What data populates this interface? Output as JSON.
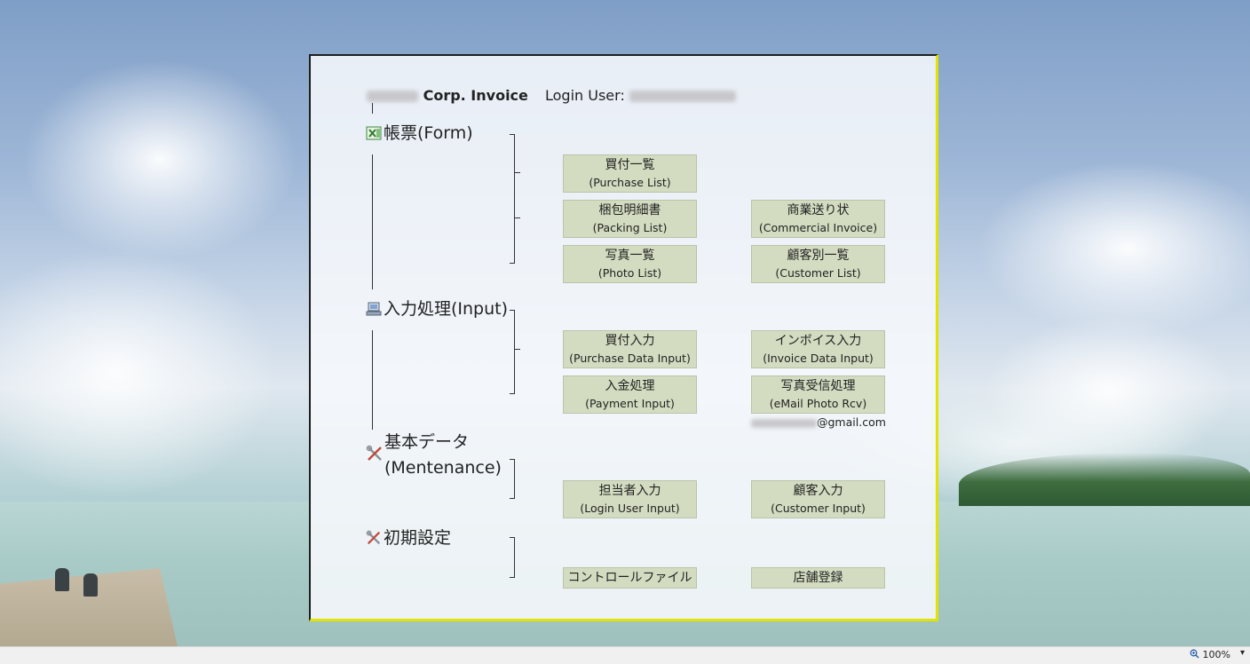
{
  "header": {
    "company_suffix": "Corp. Invoice",
    "login_label": "Login User:"
  },
  "sections": {
    "form": {
      "title": "帳票(Form)",
      "icon": "excel-icon",
      "buttons": {
        "purchase_list": {
          "ja": "買付一覧",
          "en": "(Purchase List)"
        },
        "packing_list": {
          "ja": "梱包明細書",
          "en": "(Packing List)"
        },
        "commercial_invoice": {
          "ja": "商業送り状",
          "en": "(Commercial Invoice)"
        },
        "photo_list": {
          "ja": "写真一覧",
          "en": "(Photo List)"
        },
        "customer_list": {
          "ja": "顧客別一覧",
          "en": "(Customer List)"
        }
      }
    },
    "input": {
      "title": "入力処理(Input)",
      "icon": "computer-icon",
      "buttons": {
        "purchase_data_input": {
          "ja": "買付入力",
          "en": "(Purchase Data Input)"
        },
        "invoice_data_input": {
          "ja": "インボイス入力",
          "en": "(Invoice Data Input)"
        },
        "payment_input": {
          "ja": "入金処理",
          "en": "(Payment Input)"
        },
        "email_photo_rcv": {
          "ja": "写真受信処理",
          "en": "(eMail Photo Rcv)"
        }
      },
      "email_suffix": "@gmail.com"
    },
    "maintenance": {
      "title_line1": "基本データ",
      "title_line2": "(Mentenance)",
      "icon": "tools-icon",
      "buttons": {
        "login_user_input": {
          "ja": "担当者入力",
          "en": "(Login User Input)"
        },
        "customer_input": {
          "ja": "顧客入力",
          "en": "(Customer Input)"
        }
      }
    },
    "initial_settings": {
      "title": "初期設定",
      "icon": "tools-icon",
      "buttons": {
        "control_file": {
          "ja": "コントロールファイル"
        },
        "store_registration": {
          "ja": "店舗登録"
        }
      }
    }
  },
  "statusbar": {
    "zoom": "100%",
    "zoom_icon": "zoom-icon"
  }
}
